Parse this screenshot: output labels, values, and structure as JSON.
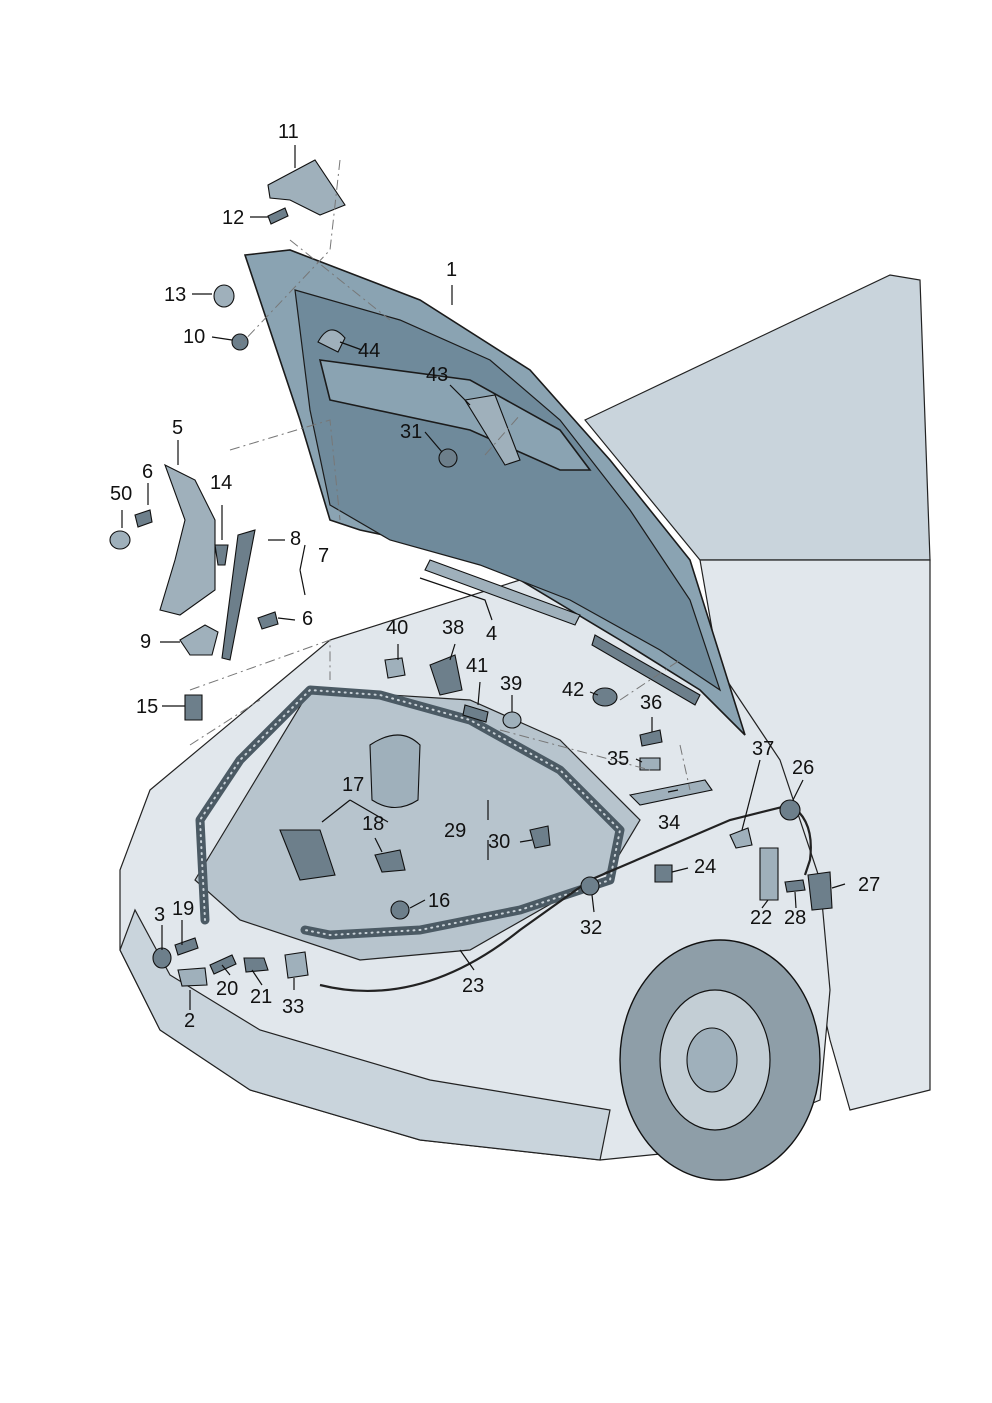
{
  "callouts": [
    {
      "id": "c1",
      "text": "1"
    },
    {
      "id": "c2",
      "text": "2"
    },
    {
      "id": "c3",
      "text": "3"
    },
    {
      "id": "c4",
      "text": "4"
    },
    {
      "id": "c5",
      "text": "5"
    },
    {
      "id": "c6a",
      "text": "6"
    },
    {
      "id": "c6b",
      "text": "6"
    },
    {
      "id": "c7",
      "text": "7"
    },
    {
      "id": "c8",
      "text": "8"
    },
    {
      "id": "c9",
      "text": "9"
    },
    {
      "id": "c10",
      "text": "10"
    },
    {
      "id": "c11",
      "text": "11"
    },
    {
      "id": "c12",
      "text": "12"
    },
    {
      "id": "c13",
      "text": "13"
    },
    {
      "id": "c14",
      "text": "14"
    },
    {
      "id": "c15",
      "text": "15"
    },
    {
      "id": "c16",
      "text": "16"
    },
    {
      "id": "c17",
      "text": "17"
    },
    {
      "id": "c18",
      "text": "18"
    },
    {
      "id": "c19",
      "text": "19"
    },
    {
      "id": "c20",
      "text": "20"
    },
    {
      "id": "c21",
      "text": "21"
    },
    {
      "id": "c22",
      "text": "22"
    },
    {
      "id": "c23",
      "text": "23"
    },
    {
      "id": "c24",
      "text": "24"
    },
    {
      "id": "c26",
      "text": "26"
    },
    {
      "id": "c27",
      "text": "27"
    },
    {
      "id": "c28",
      "text": "28"
    },
    {
      "id": "c29",
      "text": "29"
    },
    {
      "id": "c30",
      "text": "30"
    },
    {
      "id": "c31",
      "text": "31"
    },
    {
      "id": "c32",
      "text": "32"
    },
    {
      "id": "c33",
      "text": "33"
    },
    {
      "id": "c34",
      "text": "34"
    },
    {
      "id": "c35",
      "text": "35"
    },
    {
      "id": "c36",
      "text": "36"
    },
    {
      "id": "c37",
      "text": "37"
    },
    {
      "id": "c38",
      "text": "38"
    },
    {
      "id": "c39",
      "text": "39"
    },
    {
      "id": "c40",
      "text": "40"
    },
    {
      "id": "c41",
      "text": "41"
    },
    {
      "id": "c42",
      "text": "42"
    },
    {
      "id": "c43",
      "text": "43"
    },
    {
      "id": "c44",
      "text": "44"
    },
    {
      "id": "c50",
      "text": "50"
    }
  ]
}
